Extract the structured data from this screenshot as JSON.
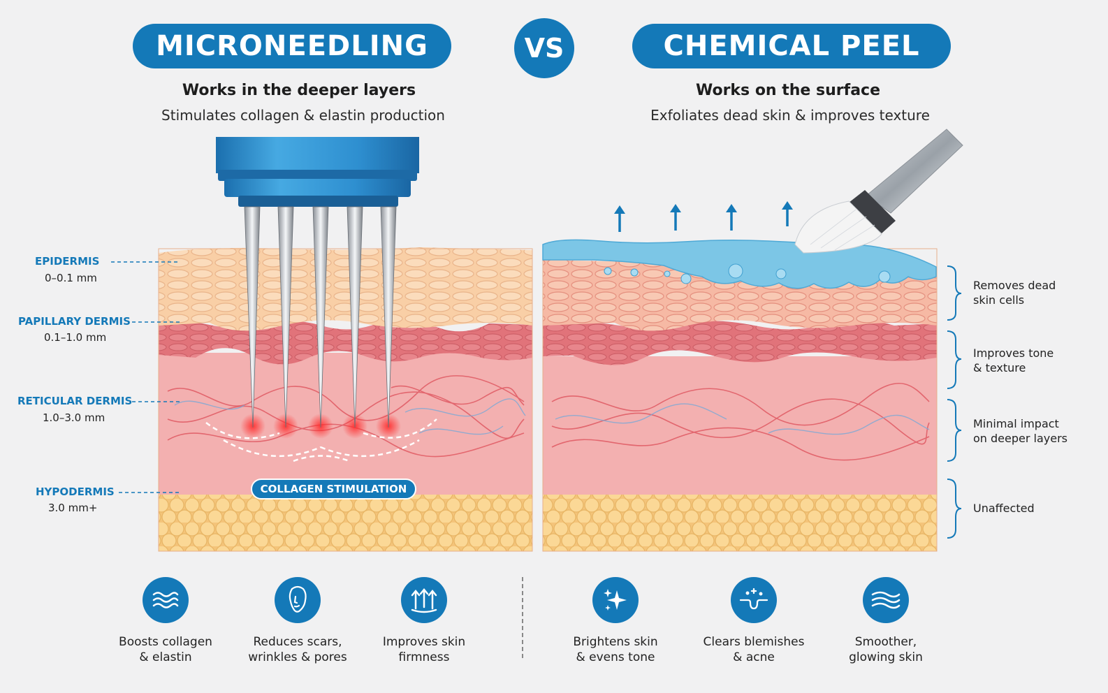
{
  "header": {
    "left_title": "MICRONEEDLING",
    "vs": "VS",
    "right_title": "CHEMICAL PEEL",
    "left_subtitle": "Works in the deeper layers",
    "left_description": "Stimulates collagen & elastin production",
    "right_subtitle": "Works on the surface",
    "right_description": "Exfoliates dead skin & improves texture"
  },
  "layers": [
    {
      "name": "EPIDERMIS",
      "depth": "0–0.1 mm"
    },
    {
      "name": "PAPILLARY DERMIS",
      "depth": "0.1–1.0 mm"
    },
    {
      "name": "RETICULAR DERMIS",
      "depth": "1.0–3.0 mm"
    },
    {
      "name": "HYPODERMIS",
      "depth": "3.0 mm+"
    }
  ],
  "collagen_label": "COLLAGEN STIMULATION",
  "peel_effects": [
    {
      "line1": "Removes dead",
      "line2": "skin cells"
    },
    {
      "line1": "Improves tone",
      "line2": "& texture"
    },
    {
      "line1": "Minimal impact",
      "line2": "on deeper layers"
    },
    {
      "line1": "Unaffected",
      "line2": ""
    }
  ],
  "benefits_left": [
    {
      "icon": "waves-icon",
      "line1": "Boosts collagen",
      "line2": "& elastin"
    },
    {
      "icon": "face-icon",
      "line1": "Reduces scars,",
      "line2": "wrinkles & pores"
    },
    {
      "icon": "lift-arrows-icon",
      "line1": "Improves skin",
      "line2": "firmness"
    }
  ],
  "benefits_right": [
    {
      "icon": "sparkle-icon",
      "line1": "Brightens skin",
      "line2": "& evens tone"
    },
    {
      "icon": "pore-icon",
      "line1": "Clears blemishes",
      "line2": "& acne"
    },
    {
      "icon": "smooth-waves-icon",
      "line1": "Smoother,",
      "line2": "glowing skin"
    }
  ],
  "colors": {
    "accent": "#1479b8",
    "epidermis": "#f9cfa6",
    "papillary": "#e77b80",
    "reticular": "#f2a9aa",
    "hypodermis": "#fbd48f",
    "peel_gel": "#7cc6e6"
  }
}
